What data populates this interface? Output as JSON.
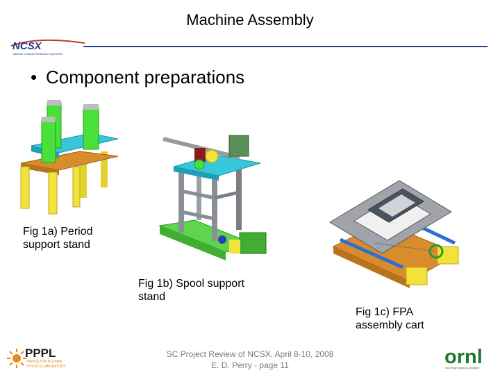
{
  "slide": {
    "title": "Machine Assembly",
    "bullet": "Component preparations"
  },
  "header_logo": {
    "text": "NCSX",
    "tagline": "National Compact Stellarator Experiment"
  },
  "figures": [
    {
      "caption_line1": "Fig 1a) Period",
      "caption_line2": "support stand"
    },
    {
      "caption_line1": "Fig 1b) Spool support",
      "caption_line2": "stand"
    },
    {
      "caption_line1": "Fig 1c) FPA",
      "caption_line2": "assembly cart"
    }
  ],
  "footer": {
    "line1": "SC Project Review of NCSX, April 8-10, 2008",
    "line2": "E. D. Perry - page 11"
  },
  "pppl_logo": {
    "text": "PPPL",
    "line1": "PRINCETON PLASMA",
    "line2": "PHYSICS LABORATORY"
  },
  "ornl_logo": {
    "text": "ornl",
    "tagline": "Oak Ridge National Laboratory"
  },
  "colors": {
    "rule": "#2a3f8f",
    "green": "#49e03a",
    "yellow": "#f2e23a",
    "orange": "#d98c2b",
    "cyan": "#36c7d9",
    "grey": "#8a8f96",
    "ornl_green": "#1f7a2e"
  }
}
